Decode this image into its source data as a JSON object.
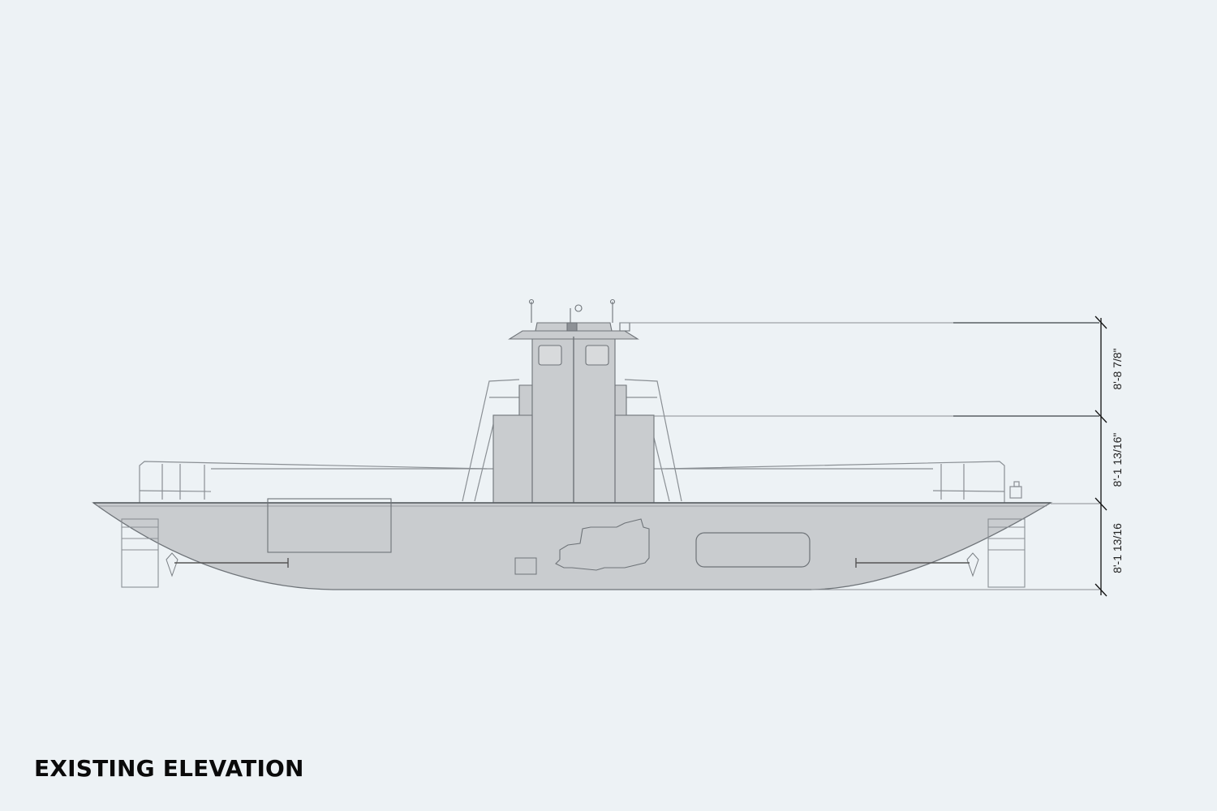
{
  "caption": "EXISTING ELEVATION",
  "dimensions": [
    {
      "label": "8'-8 7/8\""
    },
    {
      "label": "8'-1 13/16\""
    },
    {
      "label": "8'-1 13/16"
    }
  ],
  "colors": {
    "background": "#edf2f5",
    "hull_fill": "#c9cccf",
    "line": "#6e7378",
    "text": "#0a0a0a"
  }
}
